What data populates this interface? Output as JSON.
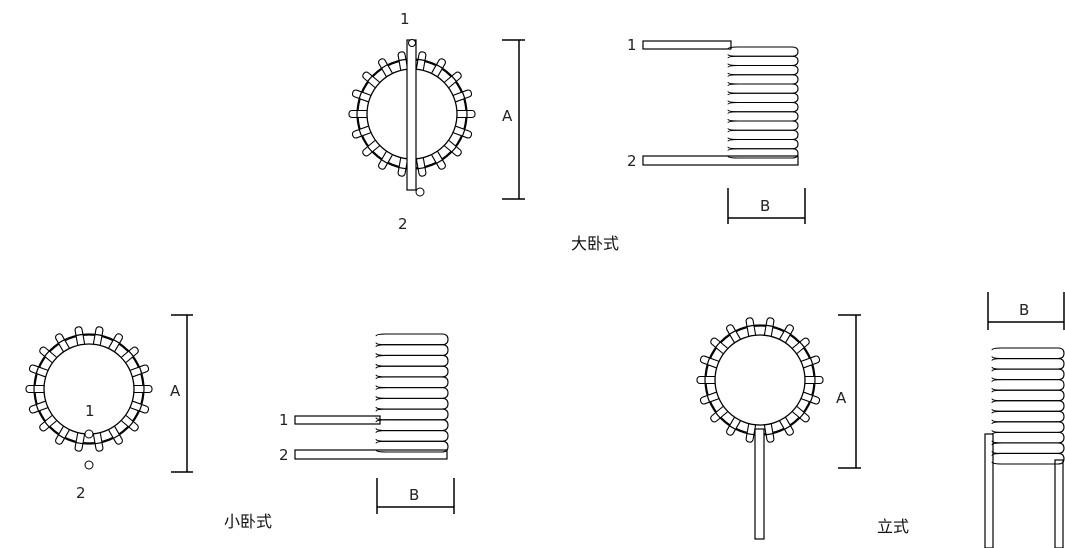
{
  "line_color": "#000000",
  "background": "#ffffff",
  "large_horizontal": {
    "caption": "大卧式",
    "pin_1": "1",
    "pin_2": "2",
    "dim_a": "A",
    "side_pin_1": "1",
    "side_pin_2": "2",
    "dim_b": "B",
    "turns": 12
  },
  "small_horizontal": {
    "caption": "小卧式",
    "pin_1": "1",
    "pin_2": "2",
    "dim_a": "A",
    "side_pin_1": "1",
    "side_pin_2": "2",
    "dim_b": "B",
    "turns": 11
  },
  "vertical": {
    "caption": "立式",
    "dim_a": "A",
    "dim_b": "B",
    "turns": 11
  }
}
